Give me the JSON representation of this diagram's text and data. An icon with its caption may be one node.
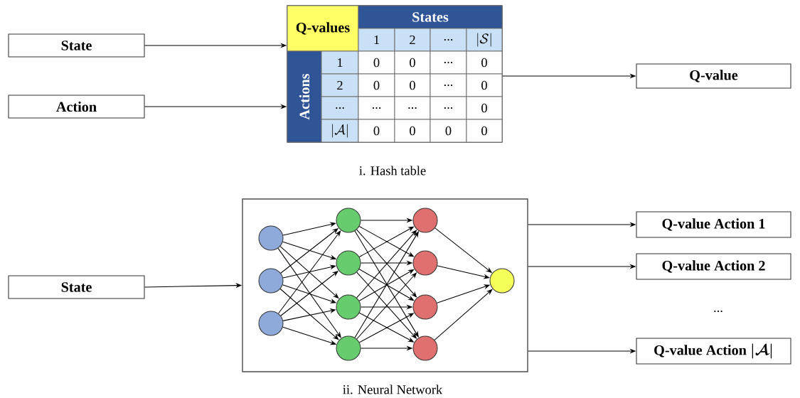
{
  "diagram": {
    "nodes": [
      {
        "text": [
          "State"
        ]
      },
      {
        "text": [
          "Action"
        ]
      },
      {
        "text": [],
        "shape": "box"
      },
      {
        "text": [
          "Q-value"
        ]
      },
      {
        "text": [
          "State"
        ]
      },
      {
        "text": [],
        "shape": "box"
      },
      {
        "text": [],
        "shape": "circle",
        "in": 5
      },
      {
        "text": [],
        "shape": "circle",
        "in": 5
      },
      {
        "text": [],
        "shape": "circle",
        "in": 5
      },
      {
        "text": [],
        "shape": "circle",
        "in": 5
      },
      {
        "text": [],
        "shape": "circle",
        "in": 5
      },
      {
        "text": [],
        "shape": "circle",
        "in": 5
      },
      {
        "text": [],
        "shape": "circle",
        "in": 5
      },
      {
        "text": [],
        "shape": "circle",
        "in": 5
      },
      {
        "text": [],
        "shape": "circle",
        "in": 5
      },
      {
        "text": [],
        "shape": "circle",
        "in": 5
      },
      {
        "text": [],
        "shape": "circle",
        "in": 5
      },
      {
        "text": [],
        "shape": "circle",
        "in": 5
      },
      {
        "text": [
          "Q-value Action 1"
        ]
      },
      {
        "text": [
          "Q-value Action 2"
        ]
      },
      {
        "text": [
          "Q-value Action",
          "|\\mathcal{A}|"
        ]
      }
    ],
    "edges": [
      {
        "from": 0,
        "to": 2,
        "arrow": "to"
      },
      {
        "from": 1,
        "to": 2,
        "arrow": "to"
      },
      {
        "from": 2,
        "to": 3,
        "arrow": "to"
      },
      {
        "from": 4,
        "to": 5,
        "arrow": "to"
      },
      {
        "from": 5,
        "to": 18,
        "arrow": "to"
      },
      {
        "from": 5,
        "to": 19,
        "arrow": "to"
      },
      {
        "from": 5,
        "to": 20,
        "arrow": "to"
      },
      {
        "from": 6,
        "to": 9,
        "arrow": "to"
      },
      {
        "from": 6,
        "to": 10,
        "arrow": "to"
      },
      {
        "from": 6,
        "to": 11,
        "arrow": "to"
      },
      {
        "from": 6,
        "to": 12,
        "arrow": "to"
      },
      {
        "from": 7,
        "to": 9,
        "arrow": "to"
      },
      {
        "from": 7,
        "to": 10,
        "arrow": "to"
      },
      {
        "from": 7,
        "to": 11,
        "arrow": "to"
      },
      {
        "from": 7,
        "to": 12,
        "arrow": "to"
      },
      {
        "from": 8,
        "to": 9,
        "arrow": "to"
      },
      {
        "from": 8,
        "to": 10,
        "arrow": "to"
      },
      {
        "from": 8,
        "to": 11,
        "arrow": "to"
      },
      {
        "from": 8,
        "to": 12,
        "arrow": "to"
      },
      {
        "from": 9,
        "to": 13,
        "arrow": "to"
      },
      {
        "from": 9,
        "to": 14,
        "arrow": "to"
      },
      {
        "from": 9,
        "to": 15,
        "arrow": "to"
      },
      {
        "from": 9,
        "to": 16,
        "arrow": "to"
      },
      {
        "from": 10,
        "to": 13,
        "arrow": "to"
      },
      {
        "from": 10,
        "to": 14,
        "arrow": "to"
      },
      {
        "from": 10,
        "to": 15,
        "arrow": "to"
      },
      {
        "from": 10,
        "to": 16,
        "arrow": "to"
      },
      {
        "from": 11,
        "to": 13,
        "arrow": "to"
      },
      {
        "from": 11,
        "to": 14,
        "arrow": "to"
      },
      {
        "from": 11,
        "to": 15,
        "arrow": "to"
      },
      {
        "from": 11,
        "to": 16,
        "arrow": "to"
      },
      {
        "from": 12,
        "to": 13,
        "arrow": "to"
      },
      {
        "from": 12,
        "to": 14,
        "arrow": "to"
      },
      {
        "from": 12,
        "to": 15,
        "arrow": "to"
      },
      {
        "from": 12,
        "to": 16,
        "arrow": "to"
      },
      {
        "from": 13,
        "to": 17,
        "arrow": "to"
      },
      {
        "from": 14,
        "to": 17,
        "arrow": "to"
      },
      {
        "from": 15,
        "to": 17,
        "arrow": "to"
      },
      {
        "from": 16,
        "to": 17,
        "arrow": "to"
      }
    ],
    "labels": [
      "Q-values",
      "States",
      "1",
      "2",
      "...",
      "|\\mathcal{S}|",
      "Actions",
      "1",
      "0",
      "0",
      "...",
      "0",
      "2",
      "0",
      "0",
      "...",
      "0",
      "...",
      "...",
      "...",
      "...",
      "0",
      "|\\mathcal{A}|",
      "0",
      "0",
      "0",
      "0",
      "i. Hash table",
      "...",
      "ii. Neural Network"
    ]
  }
}
